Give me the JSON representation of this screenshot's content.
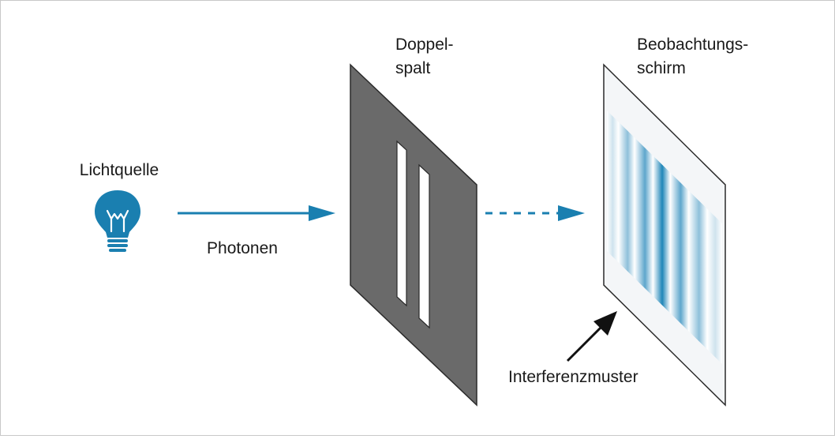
{
  "labels": {
    "light_source": "Lichtquelle",
    "photons": "Photonen",
    "double_slit_line1": "Doppel-",
    "double_slit_line2": "spalt",
    "screen_line1": "Beobachtungs-",
    "screen_line2": "schirm",
    "interference_pattern": "Interferenzmuster"
  },
  "icons": {
    "light_source": "lightbulb-icon"
  },
  "colors": {
    "accent": "#1a7fb0",
    "slit_plate": "#6a6a6a",
    "screen": "#f2f5f7",
    "stripe": "#1f86b8",
    "pointer": "#111111"
  }
}
